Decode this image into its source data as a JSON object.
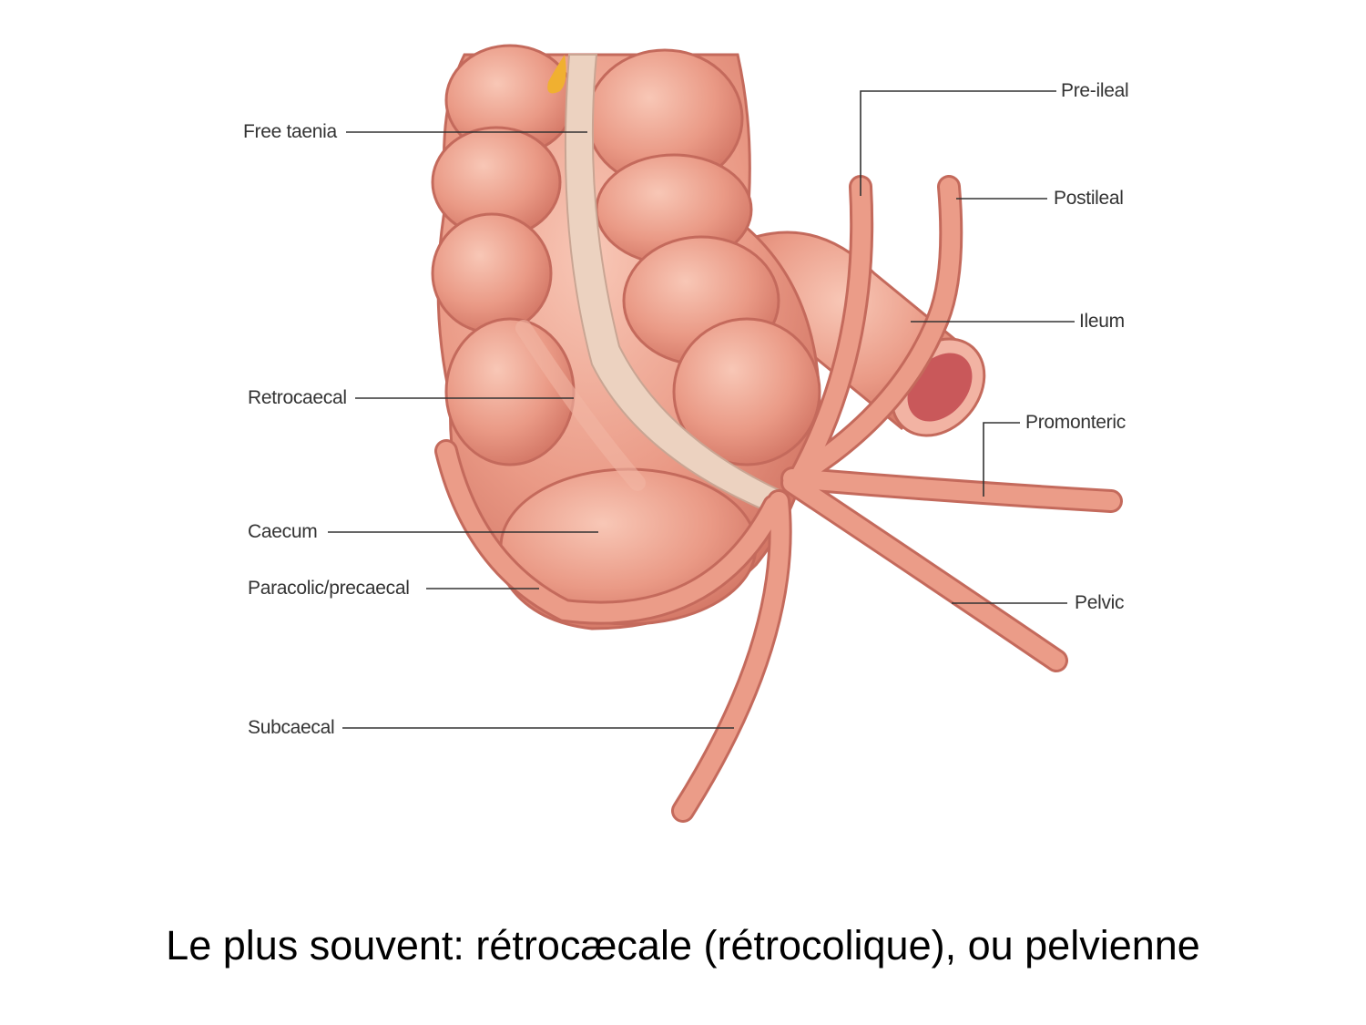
{
  "labels": {
    "free_taenia": "Free taenia",
    "retrocaecal": "Retrocaecal",
    "caecum": "Caecum",
    "paracolic": "Paracolic/precaecal",
    "subcaecal": "Subcaecal",
    "pre_ileal": "Pre-ileal",
    "postileal": "Postileal",
    "ileum": "Ileum",
    "promonteric": "Promonteric",
    "pelvic": "Pelvic"
  },
  "caption": "Le plus souvent: rétrocæcale (rétrocolique), ou pelvienne",
  "colors": {
    "tissue": "#e8927f",
    "tissue_light": "#f4b9a6",
    "outline": "#c46a5c",
    "taenia": "#ecd2c0",
    "fat": "#f0b030",
    "leader": "#333333"
  }
}
